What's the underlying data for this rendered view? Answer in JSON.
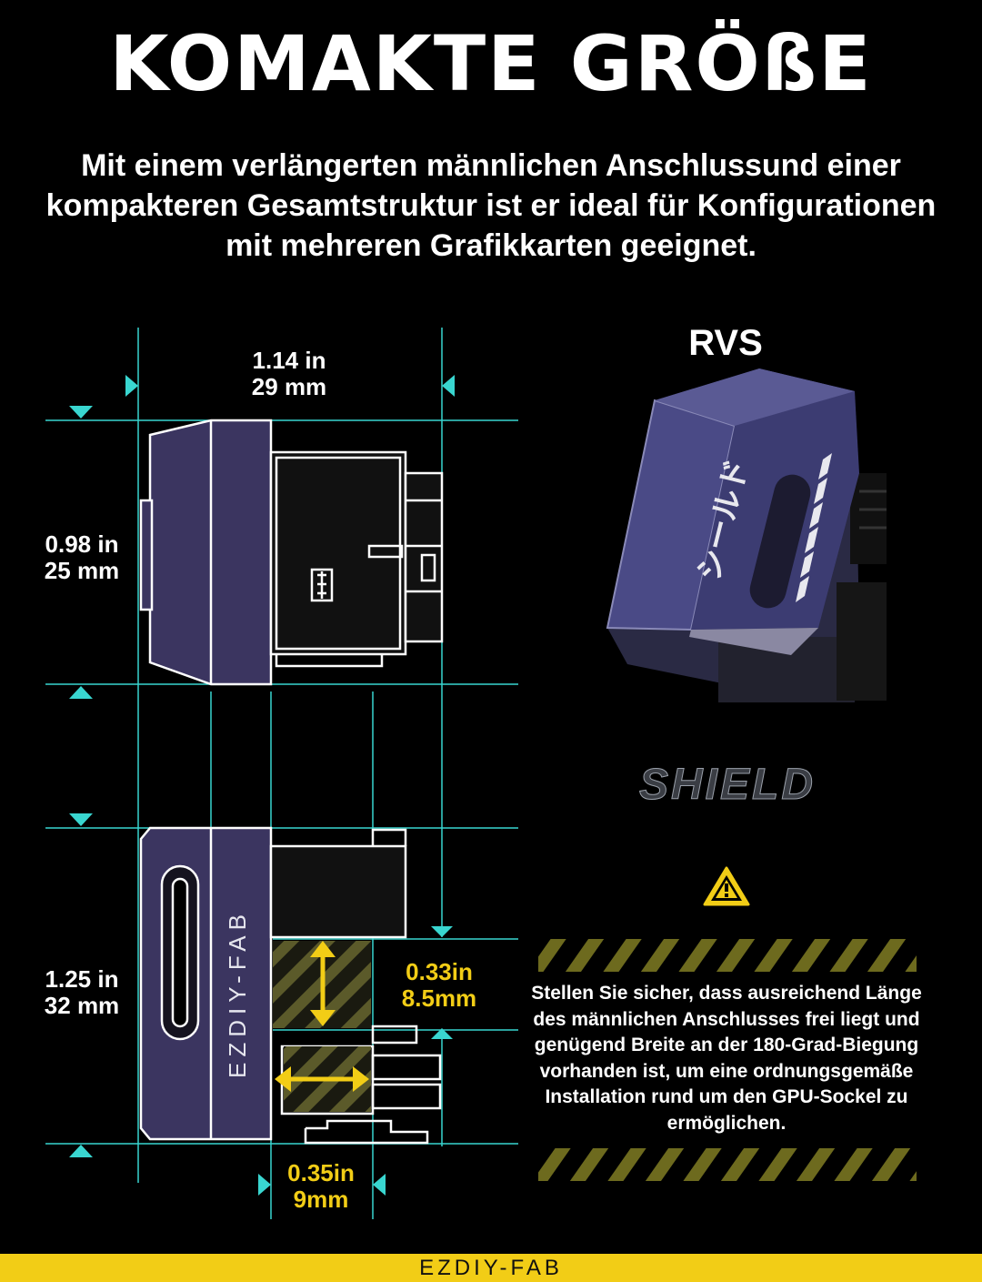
{
  "title": "KOMAKTE GRÖßE",
  "subtitle_lines": [
    "Mit einem verlängerten männlichen Anschlussund einer",
    "kompakteren Gesamtstruktur ist er ideal für Konfigurationen",
    "mit mehreren Grafikkarten geeignet."
  ],
  "dimensions": {
    "top_width": {
      "in": "1.14 in",
      "mm": "29 mm"
    },
    "top_height": {
      "in": "0.98 in",
      "mm": "25 mm"
    },
    "bottom_height": {
      "in": "1.25 in",
      "mm": "32 mm"
    },
    "pin_exposure": {
      "in": "0.33in",
      "mm": "8.5mm"
    },
    "bend_width": {
      "in": "0.35in",
      "mm": "9mm"
    }
  },
  "product": {
    "label": "RVS",
    "side_logo": "EZDIY-FAB",
    "series_logo": "SHIELD"
  },
  "warning": {
    "icon": "warning-triangle-icon",
    "text_lines": [
      "Stellen Sie sicher, dass ausreichend Länge",
      "des männlichen Anschlusses frei liegt und",
      "genügend Breite an der 180-Grad-Biegung",
      "vorhanden ist, um eine ordnungsgemäße",
      "Installation rund um den GPU-Sockel zu",
      "ermöglichen."
    ]
  },
  "footer": {
    "brand": "EZDIY-FAB"
  },
  "colors": {
    "background": "#000000",
    "accent_yellow": "#f2cd16",
    "dimension_cyan": "#39d6d0",
    "product_purple": "#3b3560",
    "outline": "#ffffff"
  }
}
